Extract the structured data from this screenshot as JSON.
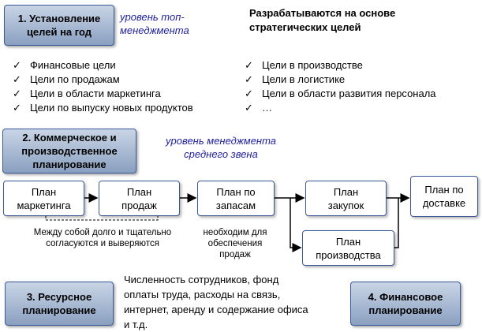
{
  "stage1": {
    "title": "1. Установление целей на год",
    "level": "уровень топ-менеджмента"
  },
  "developed": "Разрабатываются на основе стратегических целей",
  "goals_left": [
    "Финансовые цели",
    "Цели по продажам",
    "Цели в области маркетинга",
    "Цели по выпуску новых продуктов"
  ],
  "goals_right": [
    "Цели в производстве",
    "Цели в логистике",
    "Цели в области развития персонала",
    "…"
  ],
  "stage2": {
    "title": "2. Коммерческое и производственное планирование",
    "level": "уровень менеджмента среднего звена"
  },
  "plans": {
    "marketing": "План маркетинга",
    "sales": "План продаж",
    "stock": "План по запасам",
    "purchase": "План закупок",
    "production": "План производства",
    "delivery": "План по доставке"
  },
  "note_coord": "Между собой долго и тщательно согласуются и выверяются",
  "note_stock": "необходим для обеспечения продаж",
  "stage3": {
    "title": "3. Ресурсное планирование",
    "text": "Численность сотрудников, фонд оплаты труда, расходы на связь, интернет, аренду и содержание офиса и т.д."
  },
  "stage4": {
    "title": "4. Финансовое планирование"
  },
  "icons": {
    "check": "✓"
  },
  "colors": {
    "stage_top": "#c9d5e6",
    "stage_bottom": "#8aa0c0",
    "border": "#3b5998",
    "note": "#1f1fa0"
  }
}
